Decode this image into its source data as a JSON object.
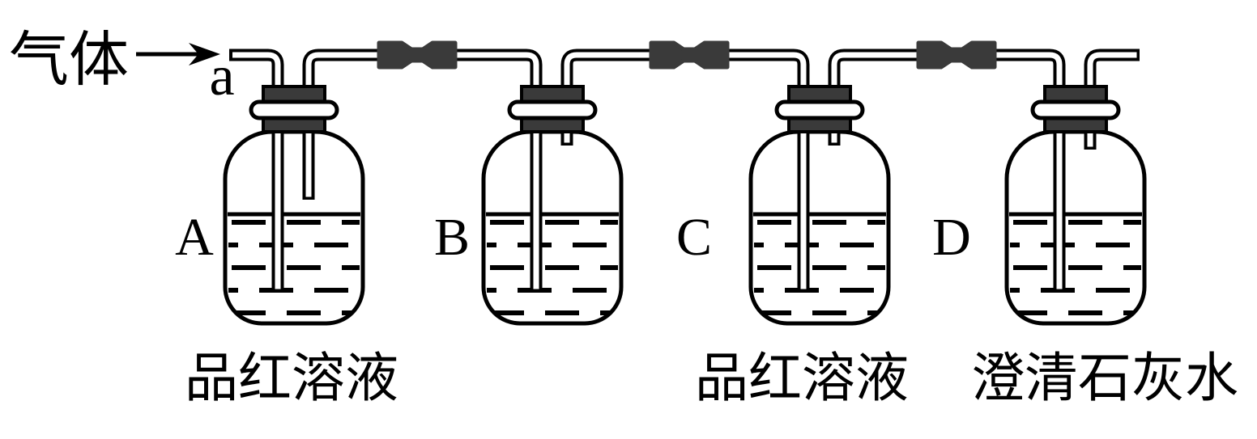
{
  "diagram": {
    "title_meaning": "gas washing bottle train",
    "gas_label": "气体",
    "inlet_point_label": "a",
    "bottles": [
      {
        "letter": "A",
        "solution_label": "品红溶液"
      },
      {
        "letter": "B",
        "solution_label": ""
      },
      {
        "letter": "C",
        "solution_label": "品红溶液"
      },
      {
        "letter": "D",
        "solution_label": "澄清石灰水"
      }
    ],
    "colors": {
      "ink": "#000000",
      "stopper_fill": "#3a3a3a",
      "background": "#ffffff",
      "liquid_fill": "#ffffff"
    }
  }
}
